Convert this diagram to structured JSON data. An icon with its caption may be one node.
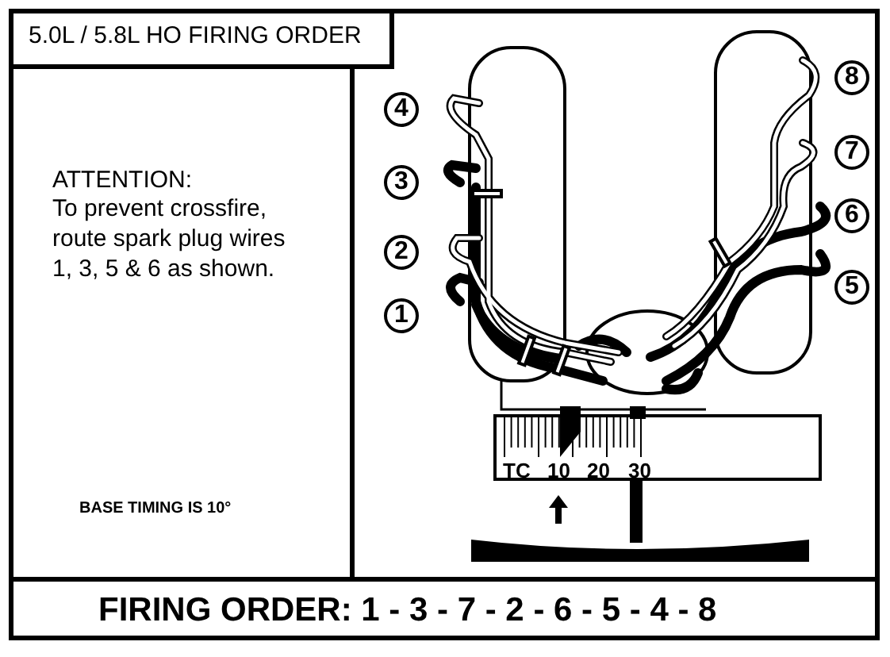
{
  "diagram": {
    "labels": [
      "5.0L / 5.8L HO FIRING ORDER",
      "4",
      "8",
      "7",
      "3",
      "6",
      "2",
      "5",
      "1",
      "ATTENTION:",
      "To prevent crossfire, route spark plug wires 1, 3, 5 & 6 as shown.",
      "TC",
      "10",
      "20",
      "30",
      "BASE TIMING IS 10°",
      "FIRING ORDER: 1 - 3 - 7 - 2 - 6 - 5 - 4 - 8"
    ]
  }
}
